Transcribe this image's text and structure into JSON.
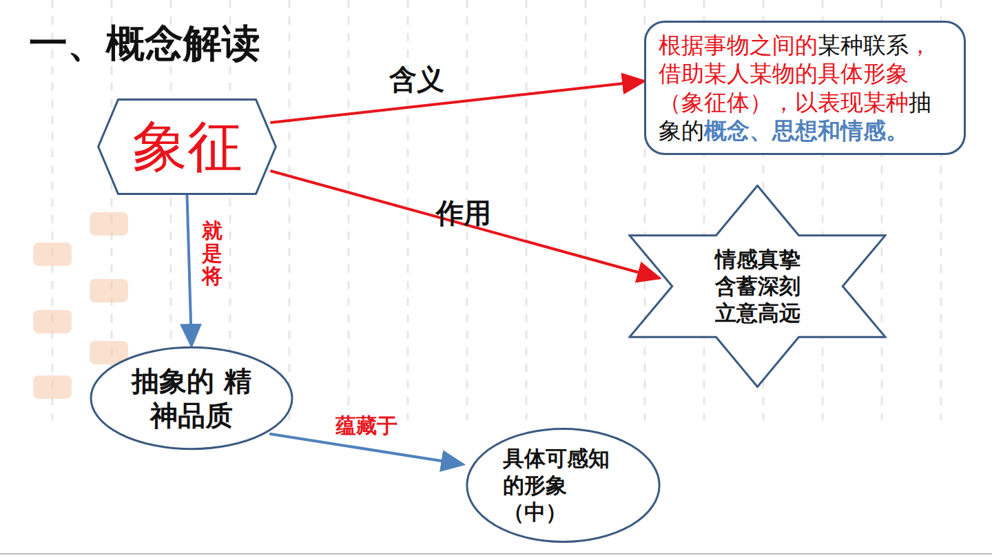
{
  "diagram": {
    "title": "一、概念解读",
    "nodes": [
      {
        "text": [
          "象征"
        ]
      },
      {
        "text": [
          "根据事物之间的",
          "某种联系",
          "，借助某人某物的具体形象（象征体），以表现某种",
          "抽象的",
          "概念、思想和情感。"
        ]
      },
      {
        "text": [
          "情感真挚 含蓄深刻 立意高远"
        ]
      },
      {
        "text": [
          "抽象的 精神品质"
        ]
      },
      {
        "text": [
          "具体可感知 的形象 （中）"
        ]
      }
    ],
    "edges": [
      {
        "from": 0,
        "to": 1,
        "label": "含义",
        "arrow": "to"
      },
      {
        "from": 0,
        "to": 2,
        "label": "作用",
        "arrow": "to"
      },
      {
        "from": 0,
        "to": 3,
        "label": "就是将",
        "arrow": "to"
      },
      {
        "from": 3,
        "to": 4,
        "label": "蕴藏于",
        "arrow": "to"
      }
    ]
  }
}
